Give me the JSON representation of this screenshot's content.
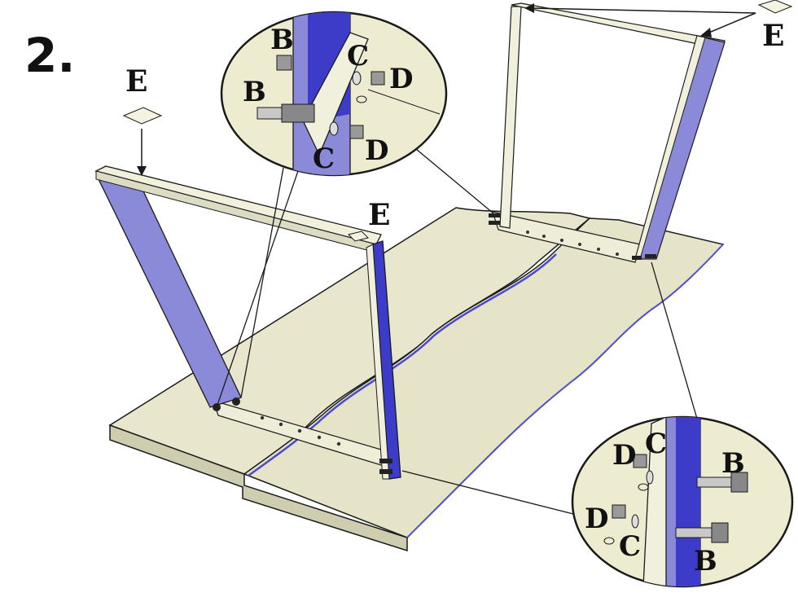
{
  "step_number": "2.",
  "part_labels": {
    "E": "E",
    "B": "B",
    "C": "C",
    "D": "D"
  },
  "colors": {
    "tabletop": "#e8e6cc",
    "tabletop_edge": "#cfcdb0",
    "leg_face": "#8a8ad8",
    "leg_face_dark": "#3c3cc8",
    "leg_top": "#f1f0dc",
    "inset_bg": "#eeecd0",
    "outline": "#1a1a1a"
  }
}
